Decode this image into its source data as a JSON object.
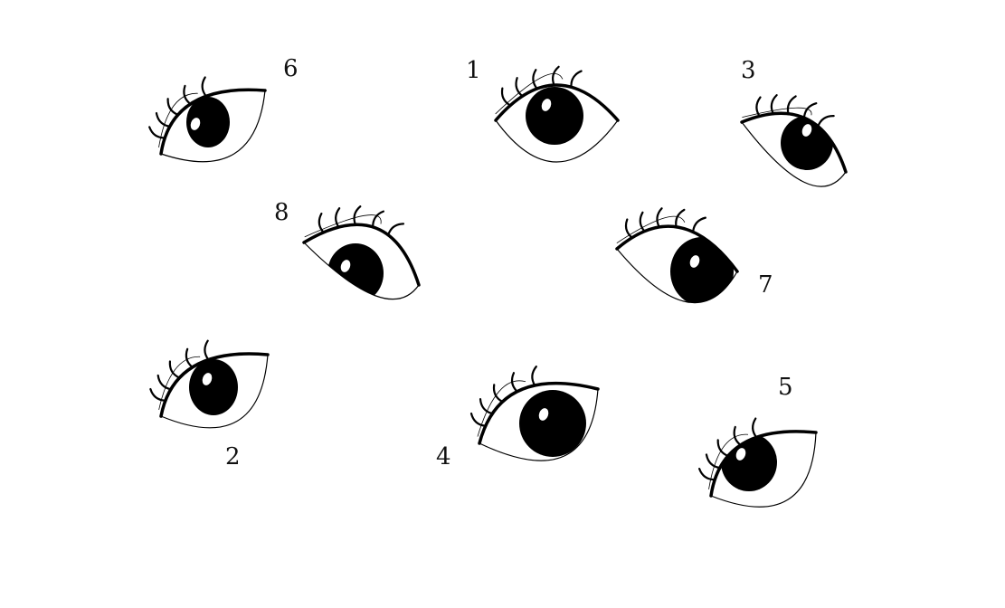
{
  "colors": {
    "ink": "#000000",
    "background": "#ffffff",
    "highlight": "#ffffff"
  },
  "eyes": [
    {
      "label": "6"
    },
    {
      "label": "1"
    },
    {
      "label": "3"
    },
    {
      "label": "8"
    },
    {
      "label": "7"
    },
    {
      "label": "2"
    },
    {
      "label": "4"
    },
    {
      "label": "5"
    }
  ]
}
